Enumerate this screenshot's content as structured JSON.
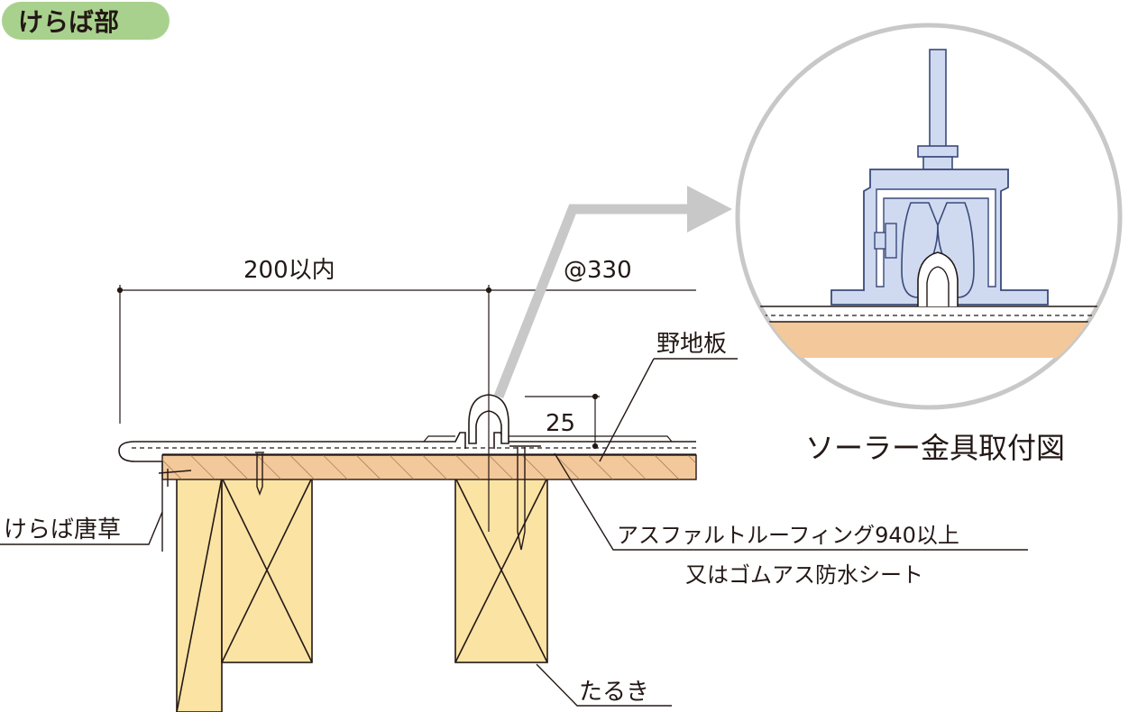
{
  "section_tag": "けらば部",
  "dimensions": {
    "edge_distance": "200以内",
    "pitch": "@330",
    "seam_height": "25"
  },
  "labels": {
    "sheathing": "野地板",
    "verge_trim": "けらば唐草",
    "underlay_line1": "アスファルトルーフィング940以上",
    "underlay_line2": "又はゴムアス防水シート",
    "rafter": "たるき"
  },
  "detail": {
    "caption": "ソーラー金具取付図"
  },
  "colors": {
    "tag_bg": "#a9d18e",
    "wood_board": "#f3c89a",
    "rafter_fill": "#fbe3a4",
    "arrow_gray": "#c8c8c8",
    "bracket_blue": "#cfdaf0",
    "bracket_stroke": "#3a4a7a",
    "line": "#231815"
  }
}
